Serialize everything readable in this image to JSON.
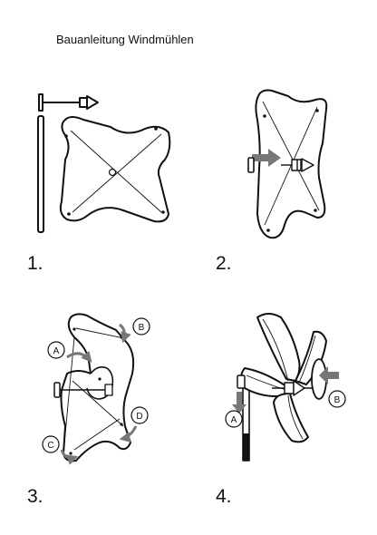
{
  "title": "Bauanleitung Windmühlen",
  "steps": [
    {
      "number": "1."
    },
    {
      "number": "2."
    },
    {
      "number": "3."
    },
    {
      "number": "4."
    }
  ],
  "callouts": {
    "a": "A",
    "b": "B",
    "c": "C",
    "d": "D"
  },
  "colors": {
    "line": "#111111",
    "fill": "#ffffff",
    "arrow": "#777777"
  }
}
